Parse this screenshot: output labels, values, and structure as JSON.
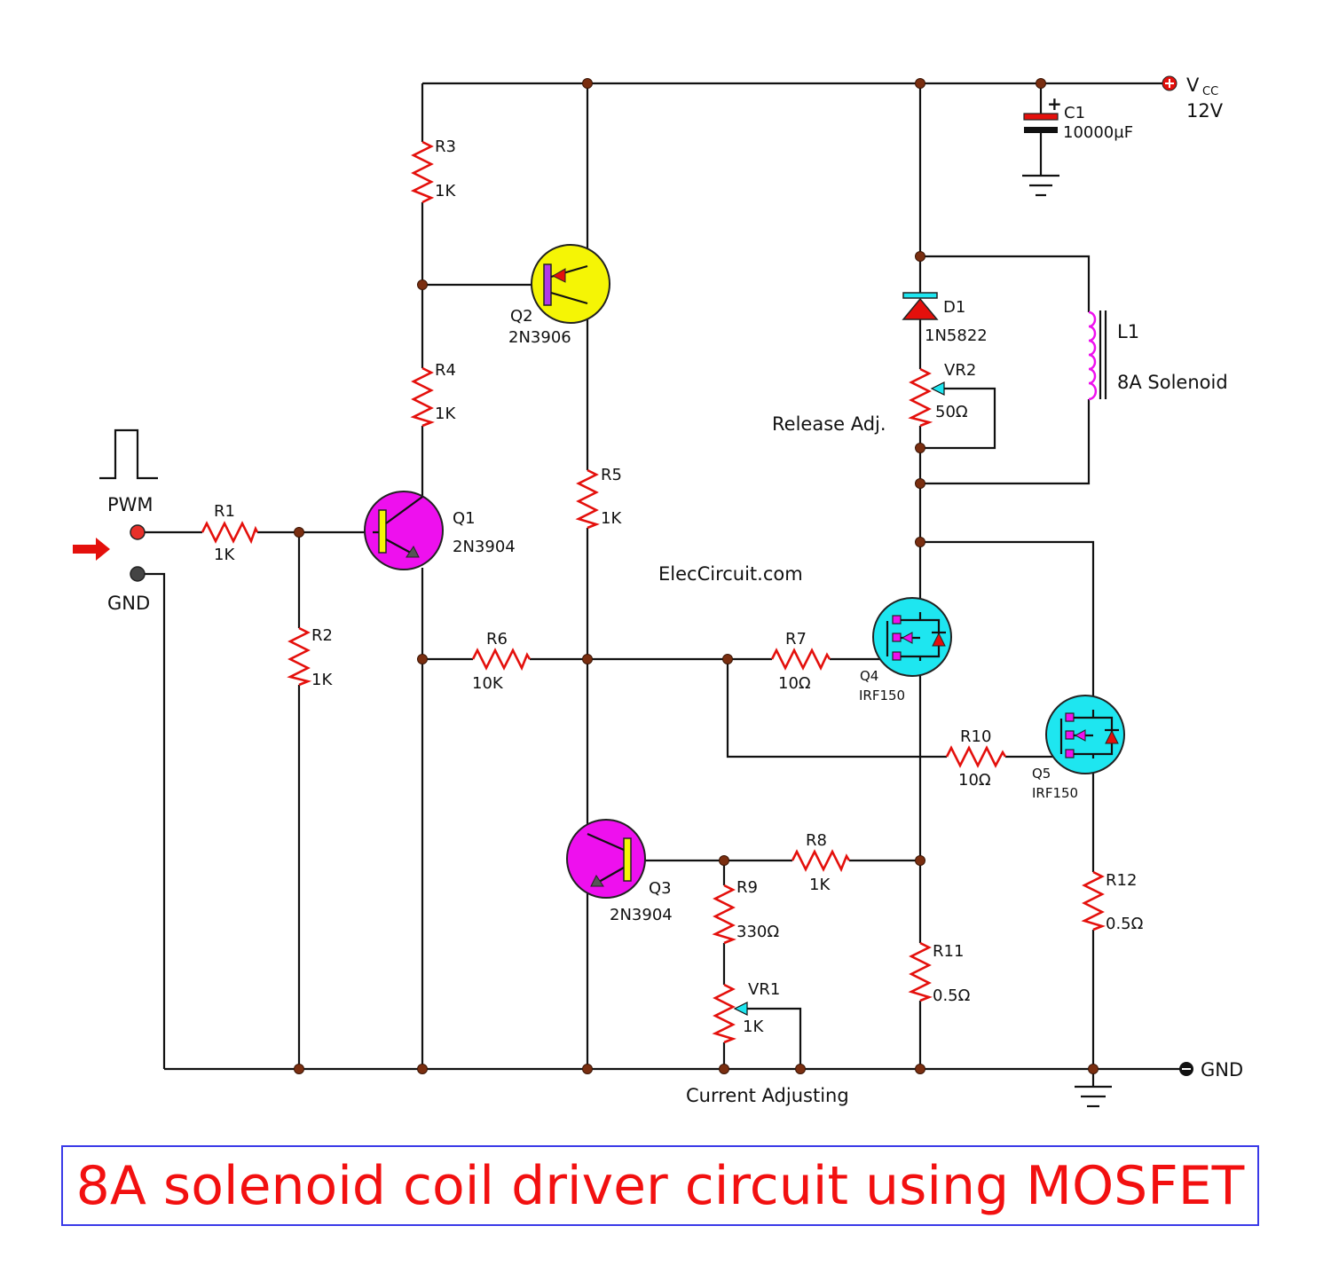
{
  "title": "8A solenoid coil driver circuit using MOSFET",
  "watermark": "ElecCircuit.com",
  "colors": {
    "wire": "#111111",
    "resistor": "#e4100c",
    "npn_body": "#ee10ee",
    "pnp_body": "#f5f505",
    "mosfet_body": "#1ee6f0",
    "title_text": "#f21010",
    "title_border": "#3a3ae8",
    "node": "#7a2e10"
  },
  "supply": {
    "vcc_label": "V",
    "vcc_sub": "CC",
    "voltage": "12V",
    "gnd_label": "GND"
  },
  "input": {
    "pwm_label": "PWM",
    "gnd_label": "GND"
  },
  "components": {
    "r1": {
      "name": "R1",
      "value": "1K"
    },
    "r2": {
      "name": "R2",
      "value": "1K"
    },
    "r3": {
      "name": "R3",
      "value": "1K"
    },
    "r4": {
      "name": "R4",
      "value": "1K"
    },
    "r5": {
      "name": "R5",
      "value": "1K"
    },
    "r6": {
      "name": "R6",
      "value": "10K"
    },
    "r7": {
      "name": "R7",
      "value": "10Ω"
    },
    "r8": {
      "name": "R8",
      "value": "1K"
    },
    "r9": {
      "name": "R9",
      "value": "330Ω"
    },
    "r10": {
      "name": "R10",
      "value": "10Ω"
    },
    "r11": {
      "name": "R11",
      "value": "0.5Ω"
    },
    "r12": {
      "name": "R12",
      "value": "0.5Ω"
    },
    "q1": {
      "name": "Q1",
      "part": "2N3904"
    },
    "q2": {
      "name": "Q2",
      "part": "2N3906"
    },
    "q3": {
      "name": "Q3",
      "part": "2N3904"
    },
    "q4": {
      "name": "Q4",
      "part": "IRF150"
    },
    "q5": {
      "name": "Q5",
      "part": "IRF150"
    },
    "c1": {
      "name": "C1",
      "value": "10000µF",
      "polarity": "+"
    },
    "d1": {
      "name": "D1",
      "part": "1N5822"
    },
    "vr1": {
      "name": "VR1",
      "value": "1K"
    },
    "vr2": {
      "name": "VR2",
      "value": "50Ω"
    },
    "l1": {
      "name": "L1",
      "part": "8A Solenoid"
    }
  },
  "notes": {
    "release": "Release Adj.",
    "current": "Current Adjusting"
  }
}
